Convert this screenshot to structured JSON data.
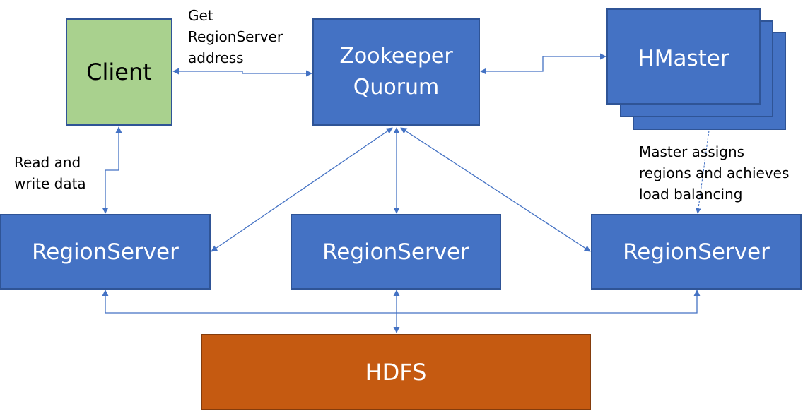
{
  "nodes": {
    "client": "Client",
    "zookeeper_line1": "Zookeeper",
    "zookeeper_line2": "Quorum",
    "hmaster": "HMaster",
    "regionserver_left": "RegionServer",
    "regionserver_mid": "RegionServer",
    "regionserver_right": "RegionServer",
    "hdfs": "HDFS"
  },
  "labels": {
    "get_line1": "Get",
    "get_line2": "RegionServer",
    "get_line3": "address",
    "rw_line1": "Read and",
    "rw_line2": "write data",
    "master_line1": "Master assigns",
    "master_line2": "regions and achieves",
    "master_line3": "load balancing"
  },
  "colors": {
    "blue_box": "#4472c4",
    "client_box": "#a9d18e",
    "hdfs_box": "#c55a11",
    "connector": "#4472c4"
  }
}
